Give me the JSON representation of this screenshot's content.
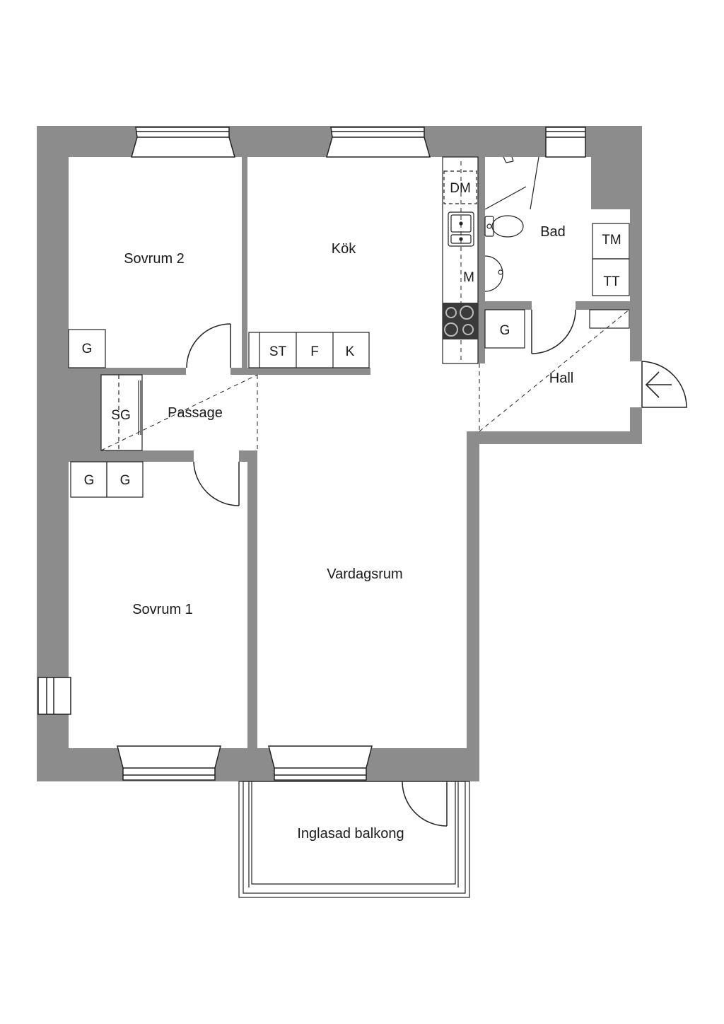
{
  "colors": {
    "wall": "#8c8c8c",
    "line": "#222222",
    "floor": "#ffffff"
  },
  "rooms": {
    "sovrum2": "Sovrum 2",
    "kok": "Kök",
    "bad": "Bad",
    "passage": "Passage",
    "hall": "Hall",
    "vardagsrum": "Vardagsrum",
    "sovrum1": "Sovrum 1",
    "balkong": "Inglasad balkong"
  },
  "fixtures": {
    "wardrobe_sovrum2": "G",
    "wardrobe_sovrum1_a": "G",
    "wardrobe_sovrum1_b": "G",
    "wardrobe_hall": "G",
    "sliding_wardrobe": "SG",
    "storage_cabinet": "ST",
    "freezer": "F",
    "fridge": "K",
    "dishwasher": "DM",
    "microwave": "M",
    "washing_machine": "TM",
    "tumble_dryer": "TT"
  },
  "icons": {
    "entrance": "arrow-left-icon"
  }
}
